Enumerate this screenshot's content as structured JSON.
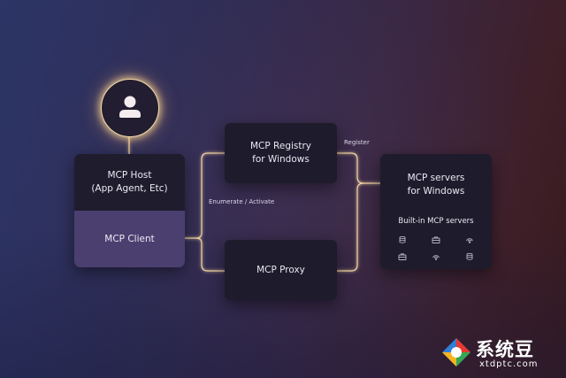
{
  "diagram": {
    "host": {
      "title_line1": "MCP Host",
      "title_line2": "(App Agent, Etc)",
      "client_label": "MCP Client"
    },
    "registry": {
      "line1": "MCP Registry",
      "line2": "for Windows"
    },
    "proxy": {
      "label": "MCP Proxy"
    },
    "servers": {
      "line1": "MCP servers",
      "line2": "for Windows",
      "subtitle": "Built-in MCP servers",
      "icons": [
        "database-icon",
        "briefcase-icon",
        "wireless-icon",
        "briefcase-icon",
        "wireless-icon",
        "database-icon"
      ]
    },
    "edge_labels": {
      "enumerate": "Enumerate / Activate",
      "register": "Register"
    }
  },
  "colors": {
    "wire_glow": "#f3d6a2",
    "client_fill": "#4b3f70",
    "box_fill": "#1e1b2c"
  },
  "watermark": {
    "title": "系统豆",
    "url": "xtdptc.com"
  }
}
